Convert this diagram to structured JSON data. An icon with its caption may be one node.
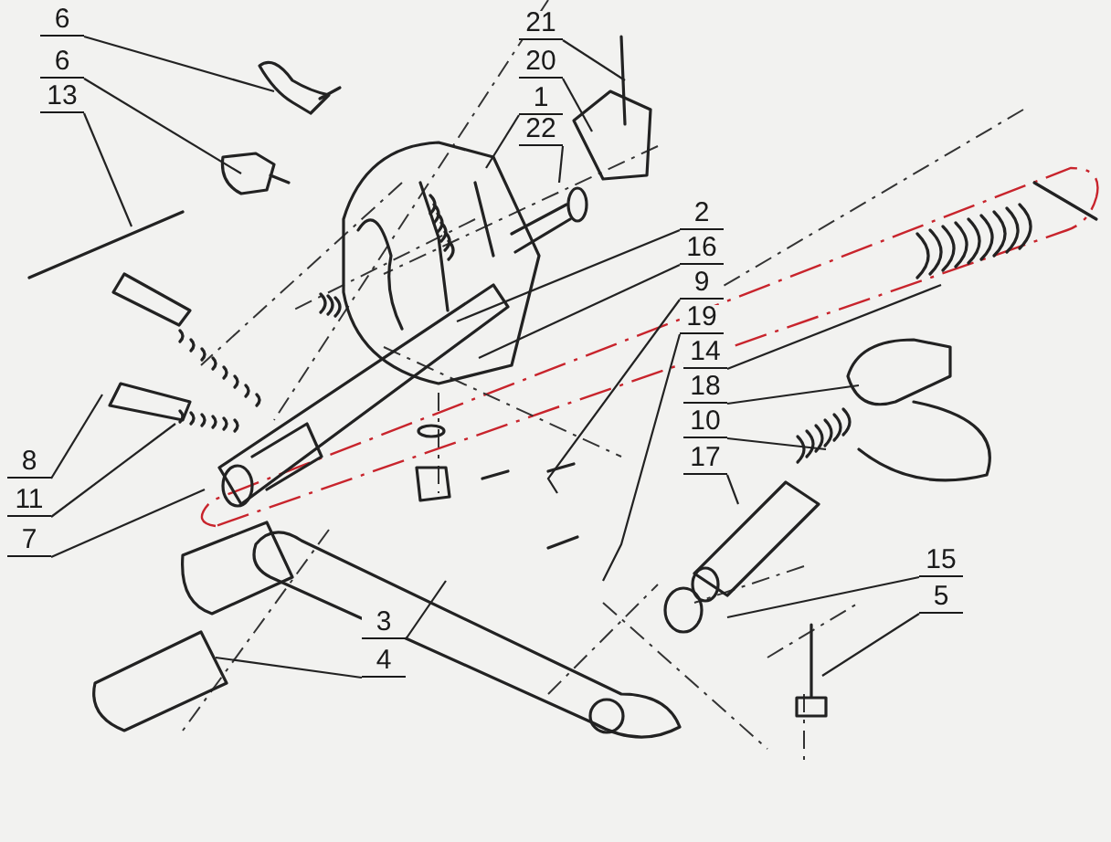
{
  "diagram": {
    "nodes": [
      {
        "text": [
          "6"
        ]
      },
      {
        "text": [
          "6"
        ]
      },
      {
        "text": [
          "13"
        ]
      },
      {
        "text": [
          "21"
        ]
      },
      {
        "text": [
          "20"
        ]
      },
      {
        "text": [
          "1"
        ]
      },
      {
        "text": [
          "22"
        ]
      },
      {
        "text": [
          "2"
        ]
      },
      {
        "text": [
          "16"
        ]
      },
      {
        "text": [
          "9"
        ]
      },
      {
        "text": [
          "19"
        ]
      },
      {
        "text": [
          "14"
        ]
      },
      {
        "text": [
          "18"
        ]
      },
      {
        "text": [
          "10"
        ]
      },
      {
        "text": [
          "17"
        ]
      },
      {
        "text": [
          "8"
        ]
      },
      {
        "text": [
          "11"
        ]
      },
      {
        "text": [
          "7"
        ]
      },
      {
        "text": [
          "3"
        ]
      },
      {
        "text": [
          "4"
        ]
      },
      {
        "text": [
          "15"
        ]
      },
      {
        "text": [
          "5"
        ]
      }
    ],
    "edges": [
      {
        "from": 0,
        "to": null,
        "arrow": "none"
      },
      {
        "from": 1,
        "to": null,
        "arrow": "none"
      },
      {
        "from": 2,
        "to": null,
        "arrow": "none"
      },
      {
        "from": 3,
        "to": null,
        "arrow": "none"
      },
      {
        "from": 4,
        "to": null,
        "arrow": "none"
      },
      {
        "from": 5,
        "to": null,
        "arrow": "none"
      },
      {
        "from": 6,
        "to": null,
        "arrow": "none"
      },
      {
        "from": 7,
        "to": null,
        "arrow": "none"
      },
      {
        "from": 8,
        "to": null,
        "arrow": "none"
      },
      {
        "from": 9,
        "to": null,
        "arrow": "none"
      },
      {
        "from": 10,
        "to": null,
        "arrow": "none"
      },
      {
        "from": 11,
        "to": null,
        "arrow": "none"
      },
      {
        "from": 12,
        "to": null,
        "arrow": "none"
      },
      {
        "from": 13,
        "to": null,
        "arrow": "none"
      },
      {
        "from": 14,
        "to": null,
        "arrow": "none"
      },
      {
        "from": 15,
        "to": null,
        "arrow": "none"
      },
      {
        "from": 16,
        "to": null,
        "arrow": "none"
      },
      {
        "from": 17,
        "to": null,
        "arrow": "none"
      },
      {
        "from": 18,
        "to": null,
        "arrow": "none"
      },
      {
        "from": 19,
        "to": null,
        "arrow": "none"
      },
      {
        "from": 20,
        "to": null,
        "arrow": "none"
      },
      {
        "from": 21,
        "to": null,
        "arrow": "none"
      }
    ]
  }
}
